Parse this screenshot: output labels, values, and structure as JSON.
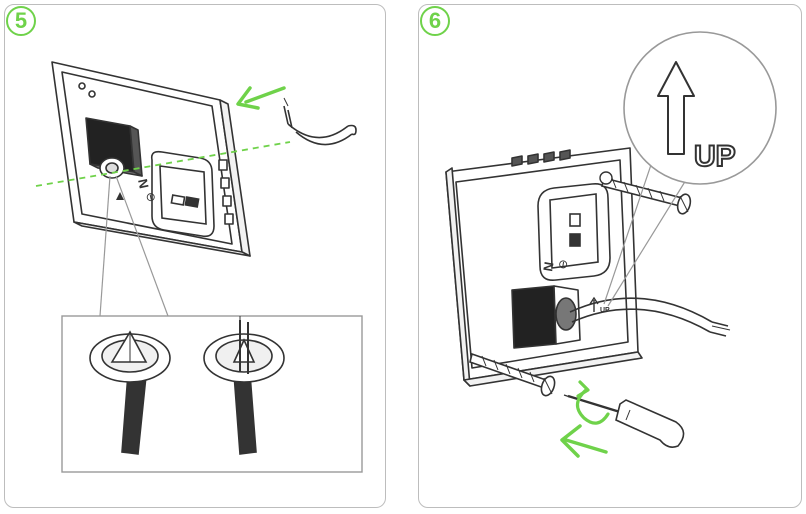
{
  "steps": [
    {
      "number": "5"
    },
    {
      "number": "6"
    }
  ],
  "markings": {
    "wire_hole_letter_n": "N",
    "wire_hole_symbol": "⊖",
    "up_small": "UP",
    "up_large": "UP"
  },
  "colors": {
    "accent_green": "#6fd24a",
    "line": "#333333",
    "panel_border": "#bdbdbd"
  }
}
